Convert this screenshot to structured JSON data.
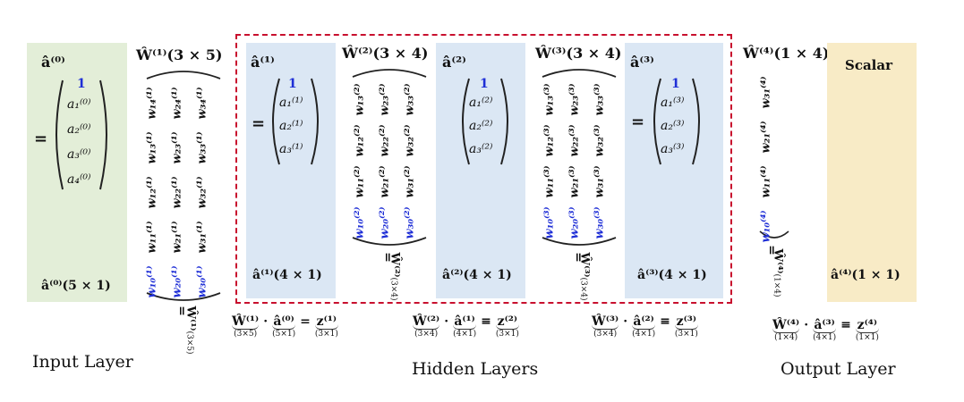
{
  "input_layer": {
    "top_label": "â⁽⁰⁾",
    "equals": "=",
    "one": "1",
    "entries": [
      "a₁⁽⁰⁾",
      "a₂⁽⁰⁾",
      "a₃⁽⁰⁾",
      "a₄⁽⁰⁾"
    ],
    "dim_label": "â⁽⁰⁾(5 × 1)"
  },
  "hidden_layers": [
    {
      "top_label": "â⁽¹⁾",
      "equals": "=",
      "one": "1",
      "entries": [
        "a₁⁽¹⁾",
        "a₂⁽¹⁾",
        "a₃⁽¹⁾"
      ],
      "dim_label": "â⁽¹⁾(4 × 1)"
    },
    {
      "top_label": "â⁽²⁾",
      "equals": "=",
      "one": "1",
      "entries": [
        "a₁⁽²⁾",
        "a₂⁽²⁾",
        "a₃⁽²⁾"
      ],
      "dim_label": "â⁽²⁾(4 × 1)"
    },
    {
      "top_label": "â⁽³⁾",
      "equals": "=",
      "one": "1",
      "entries": [
        "a₁⁽³⁾",
        "a₂⁽³⁾",
        "a₃⁽³⁾"
      ],
      "dim_label": "â⁽³⁾(4 × 1)"
    }
  ],
  "output_layer": {
    "top_label": "Scalar",
    "dim_label": "â⁽⁴⁾(1 × 1)"
  },
  "weights": [
    {
      "title": "Ŵ⁽¹⁾(3 × 5)",
      "rows": [
        [
          "w₁₄⁽¹⁾",
          "w₂₄⁽¹⁾",
          "w₃₄⁽¹⁾"
        ],
        [
          "w₁₃⁽¹⁾",
          "w₂₃⁽¹⁾",
          "w₃₃⁽¹⁾"
        ],
        [
          "w₁₂⁽¹⁾",
          "w₂₂⁽¹⁾",
          "w₃₂⁽¹⁾"
        ],
        [
          "w₁₁⁽¹⁾",
          "w₂₁⁽¹⁾",
          "w₃₁⁽¹⁾"
        ],
        [
          "w₁₀⁽¹⁾",
          "w₂₀⁽¹⁾",
          "w₃₀⁽¹⁾"
        ]
      ],
      "equals": "=",
      "hat": "Ŵ⁽¹⁾",
      "hat_dim": "(3×5)"
    },
    {
      "title": "Ŵ⁽²⁾(3 × 4)",
      "rows": [
        [
          "w₁₃⁽²⁾",
          "w₂₃⁽²⁾",
          "w₃₃⁽²⁾"
        ],
        [
          "w₁₂⁽²⁾",
          "w₂₂⁽²⁾",
          "w₃₂⁽²⁾"
        ],
        [
          "w₁₁⁽²⁾",
          "w₂₁⁽²⁾",
          "w₃₁⁽²⁾"
        ],
        [
          "w₁₀⁽²⁾",
          "w₂₀⁽²⁾",
          "w₃₀⁽²⁾"
        ]
      ],
      "equals": "=",
      "hat": "Ŵ⁽²⁾",
      "hat_dim": "(3×4)"
    },
    {
      "title": "Ŵ⁽³⁾(3 × 4)",
      "rows": [
        [
          "w₁₃⁽³⁾",
          "w₂₃⁽³⁾",
          "w₃₃⁽³⁾"
        ],
        [
          "w₁₂⁽³⁾",
          "w₂₂⁽³⁾",
          "w₃₂⁽³⁾"
        ],
        [
          "w₁₁⁽³⁾",
          "w₂₁⁽³⁾",
          "w₃₁⁽³⁾"
        ],
        [
          "w₁₀⁽³⁾",
          "w₂₀⁽³⁾",
          "w₃₀⁽³⁾"
        ]
      ],
      "equals": "=",
      "hat": "Ŵ⁽³⁾",
      "hat_dim": "(3×4)"
    },
    {
      "title": "Ŵ⁽⁴⁾(1 × 4)",
      "rows": [
        [
          "w₃₁⁽⁴⁾"
        ],
        [
          "w₂₁⁽⁴⁾"
        ],
        [
          "w₁₁⁽⁴⁾"
        ],
        [
          "w₁₀⁽⁴⁾"
        ]
      ],
      "equals": "=",
      "hat": "Ŵ⁽⁴⁾",
      "hat_dim": "(1×4)"
    }
  ],
  "equations": [
    {
      "w": "Ŵ⁽¹⁾",
      "wdim": "(3×5)",
      "op": "·",
      "a": "â⁽⁰⁾",
      "adim": "(5×1)",
      "eq": "=",
      "z": "z⁽¹⁾",
      "zdim": "(3×1)"
    },
    {
      "w": "Ŵ⁽²⁾",
      "wdim": "(3×4)",
      "op": "·",
      "a": "â⁽¹⁾",
      "adim": "(4×1)",
      "eq": "≡",
      "z": "z⁽²⁾",
      "zdim": "(3×1)"
    },
    {
      "w": "Ŵ⁽³⁾",
      "wdim": "(3×4)",
      "op": "·",
      "a": "â⁽²⁾",
      "adim": "(4×1)",
      "eq": "≡",
      "z": "z⁽³⁾",
      "zdim": "(3×1)"
    },
    {
      "w": "Ŵ⁽⁴⁾",
      "wdim": "(1×4)",
      "op": "·",
      "a": "â⁽³⁾",
      "adim": "(4×1)",
      "eq": "≡",
      "z": "z⁽⁴⁾",
      "zdim": "(1×1)"
    }
  ],
  "section_labels": {
    "input": "Input Layer",
    "hidden": "Hidden Layers",
    "output": "Output Layer"
  },
  "colors": {
    "input_bg": "#e3eed8",
    "hidden_bg": "#dbe7f4",
    "output_bg": "#f8ebc6",
    "dashed_border": "#c8102e",
    "bias_blue": "#1f2fd6"
  }
}
